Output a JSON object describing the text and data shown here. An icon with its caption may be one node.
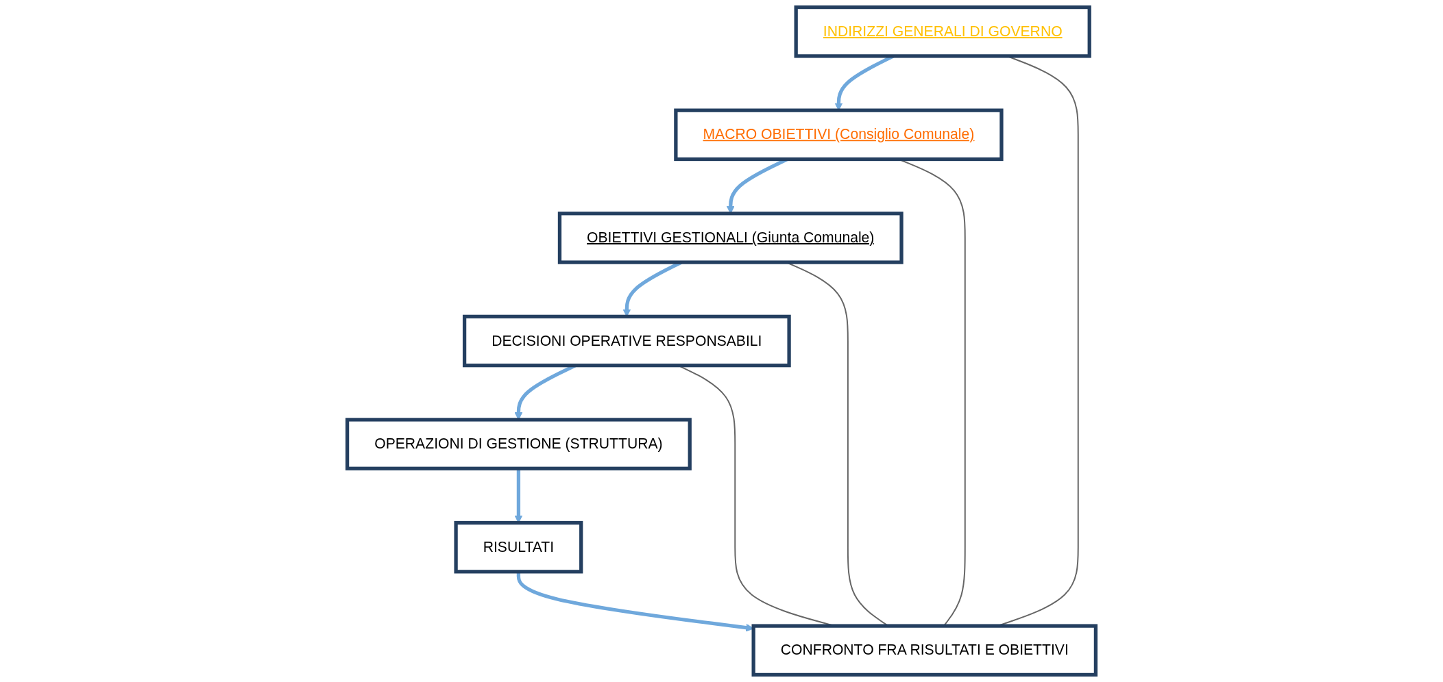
{
  "diagram": {
    "nodes": [
      {
        "text": [
          "INDIRIZZI GENERALI DI GOVERNO"
        ]
      },
      {
        "text": [
          "MACRO OBIETTIVI (Consiglio Comunale)"
        ]
      },
      {
        "text": [
          "OBIETTIVI GESTIONALI (Giunta Comunale)"
        ]
      },
      {
        "text": [
          "DECISIONI OPERATIVE RESPONSABILI"
        ]
      },
      {
        "text": [
          "OPERAZIONI DI GESTIONE (STRUTTURA)"
        ]
      },
      {
        "text": [
          "RISULTATI"
        ]
      },
      {
        "text": [
          "CONFRONTO FRA RISULTATI E OBIETTIVI"
        ]
      }
    ],
    "edges": [
      {
        "from": 0,
        "to": 1,
        "arrow": "to"
      },
      {
        "from": 1,
        "to": 2,
        "arrow": "to"
      },
      {
        "from": 2,
        "to": 3,
        "arrow": "to"
      },
      {
        "from": 3,
        "to": 4,
        "arrow": "to"
      },
      {
        "from": 4,
        "to": 5,
        "arrow": "to"
      },
      {
        "from": 5,
        "to": 6,
        "arrow": "to"
      },
      {
        "from": 0,
        "to": 6,
        "arrow": "none",
        "color": "#666666"
      },
      {
        "from": 1,
        "to": 6,
        "arrow": "none",
        "color": "#666666"
      },
      {
        "from": 2,
        "to": 6,
        "arrow": "none",
        "color": "#666666"
      },
      {
        "from": 3,
        "to": 6,
        "arrow": "none",
        "color": "#666666"
      }
    ]
  }
}
